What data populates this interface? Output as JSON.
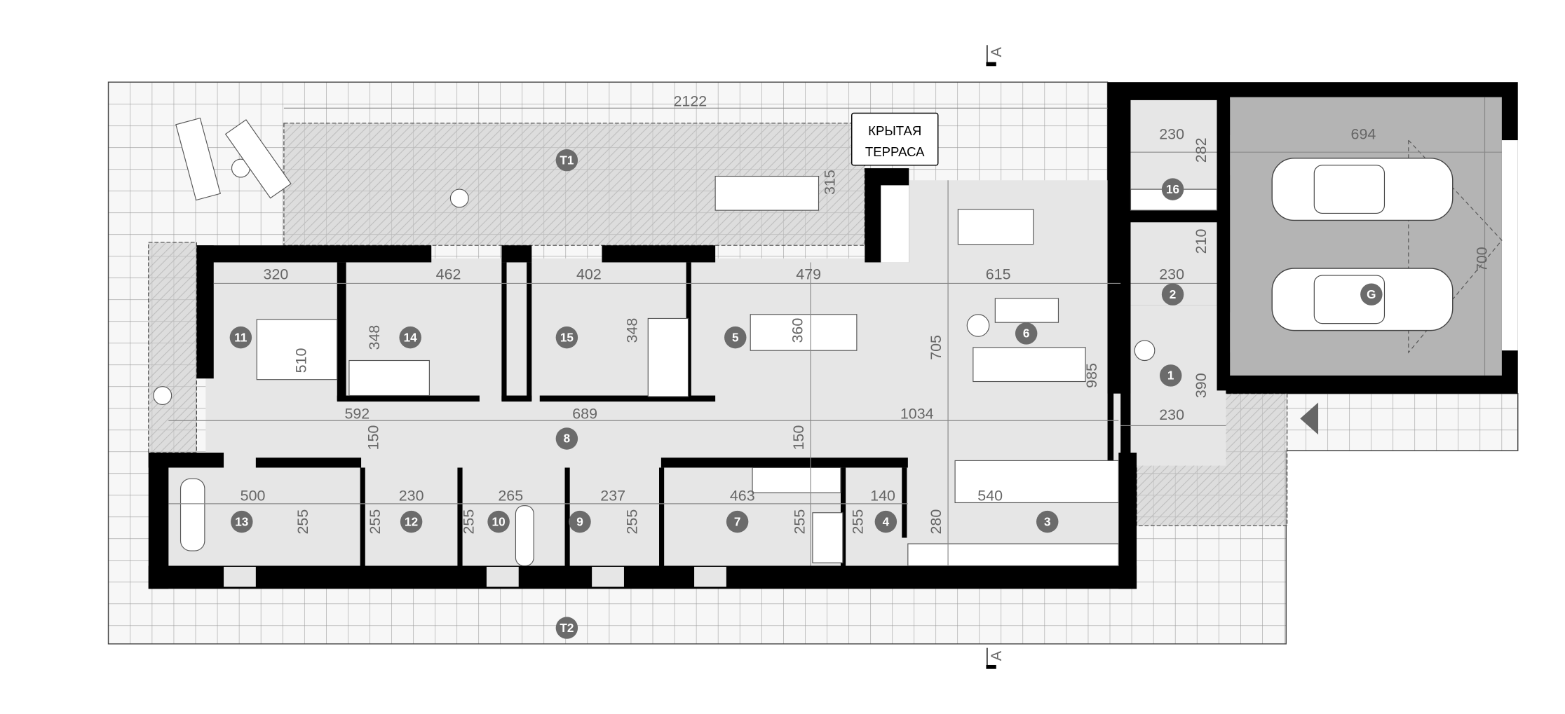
{
  "plan": {
    "covered_terrace_label": [
      "КРЫТАЯ",
      "ТЕРРАСА"
    ],
    "section_marker": "A",
    "rooms": [
      "T1",
      "11",
      "14",
      "15",
      "5",
      "6",
      "2",
      "1",
      "16",
      "G",
      "8",
      "13",
      "12",
      "10",
      "9",
      "7",
      "4",
      "3",
      "T2"
    ],
    "dimensions": [
      "2122",
      "320",
      "462",
      "402",
      "479",
      "615",
      "230",
      "694",
      "230",
      "592",
      "689",
      "1034",
      "230",
      "500",
      "230",
      "265",
      "237",
      "463",
      "140",
      "540",
      "315",
      "348",
      "510",
      "348",
      "360",
      "705",
      "985",
      "282",
      "210",
      "700",
      "390",
      "150",
      "150",
      "255",
      "255",
      "255",
      "255",
      "255",
      "255",
      "280"
    ],
    "colors": {
      "wall": "#000000",
      "floor": "#e6e6e6",
      "garage": "#b4b4b4",
      "terrace": "#f7f7f7",
      "badge": "#6b6b6b"
    }
  }
}
